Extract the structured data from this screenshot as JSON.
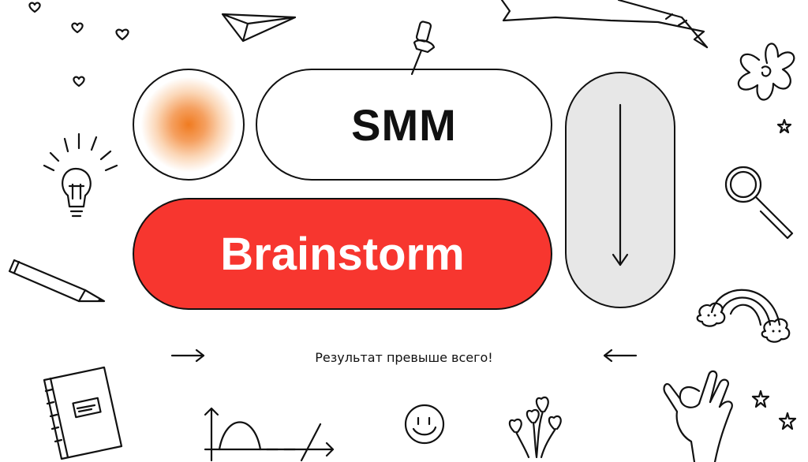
{
  "slide": {
    "title": "SMM",
    "subtitle": "Brainstorm",
    "tagline": "Результат превыше всего!"
  },
  "colors": {
    "accent": "#f7362f",
    "orb": "#f07b20",
    "pill_gray": "#e7e7e7"
  },
  "icons": [
    "heart-icon",
    "paper-plane-icon",
    "push-pin-icon",
    "ribbon-banner-icon",
    "flower-icon",
    "star-icon",
    "light-bulb-icon",
    "pencil-icon",
    "magnifier-icon",
    "rainbow-icon",
    "notebook-icon",
    "graph-sketch-icon",
    "smiley-icon",
    "hearts-plant-icon",
    "ok-hand-icon",
    "arrow-right-icon",
    "arrow-left-icon",
    "arrow-down-icon"
  ]
}
